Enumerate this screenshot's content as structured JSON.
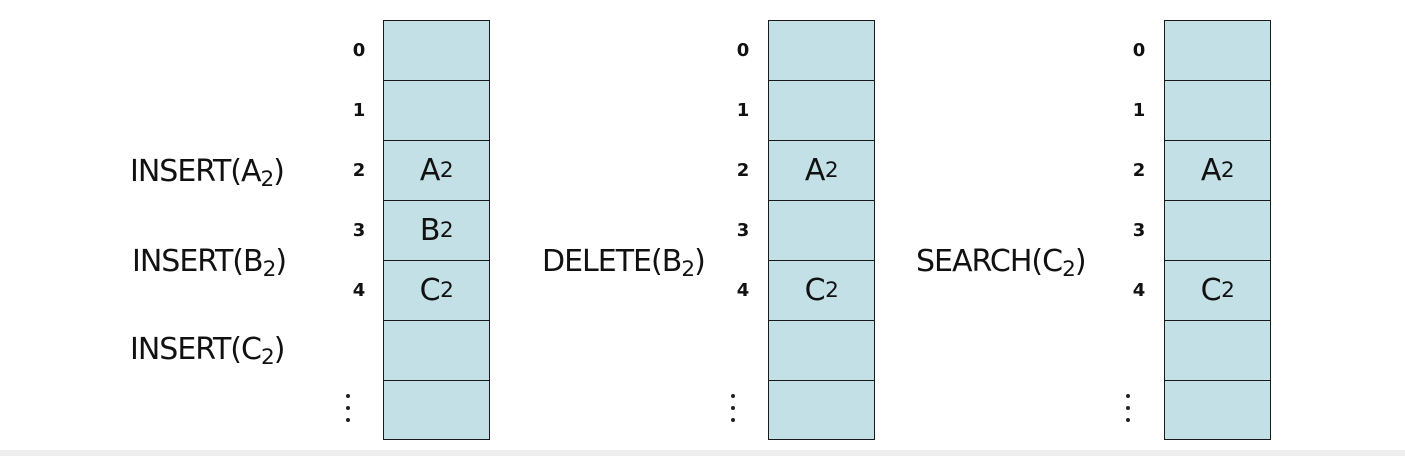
{
  "colors": {
    "cell_fill": "#c2e0e6",
    "border": "#1a1a1a",
    "text": "#111111"
  },
  "panels": [
    {
      "operations": [
        {
          "name": "INSERT",
          "key": "A",
          "sub": "2"
        },
        {
          "name": "INSERT",
          "key": "B",
          "sub": "2"
        },
        {
          "name": "INSERT",
          "key": "C",
          "sub": "2"
        }
      ],
      "indices": [
        "0",
        "1",
        "2",
        "3",
        "4"
      ],
      "cells": [
        {
          "key": "",
          "sub": ""
        },
        {
          "key": "",
          "sub": ""
        },
        {
          "key": "A",
          "sub": "2"
        },
        {
          "key": "B",
          "sub": "2"
        },
        {
          "key": "C",
          "sub": "2"
        },
        {
          "key": "",
          "sub": ""
        },
        {
          "key": "",
          "sub": ""
        }
      ],
      "ellipsis": "⋮"
    },
    {
      "operations": [
        {
          "name": "DELETE",
          "key": "B",
          "sub": "2"
        }
      ],
      "indices": [
        "0",
        "1",
        "2",
        "3",
        "4"
      ],
      "cells": [
        {
          "key": "",
          "sub": ""
        },
        {
          "key": "",
          "sub": ""
        },
        {
          "key": "A",
          "sub": "2"
        },
        {
          "key": "",
          "sub": ""
        },
        {
          "key": "C",
          "sub": "2"
        },
        {
          "key": "",
          "sub": ""
        },
        {
          "key": "",
          "sub": ""
        }
      ],
      "ellipsis": "⋮"
    },
    {
      "operations": [
        {
          "name": "SEARCH",
          "key": "C",
          "sub": "2"
        }
      ],
      "indices": [
        "0",
        "1",
        "2",
        "3",
        "4"
      ],
      "cells": [
        {
          "key": "",
          "sub": ""
        },
        {
          "key": "",
          "sub": ""
        },
        {
          "key": "A",
          "sub": "2"
        },
        {
          "key": "",
          "sub": ""
        },
        {
          "key": "C",
          "sub": "2"
        },
        {
          "key": "",
          "sub": ""
        },
        {
          "key": "",
          "sub": ""
        }
      ],
      "ellipsis": "⋮"
    }
  ]
}
